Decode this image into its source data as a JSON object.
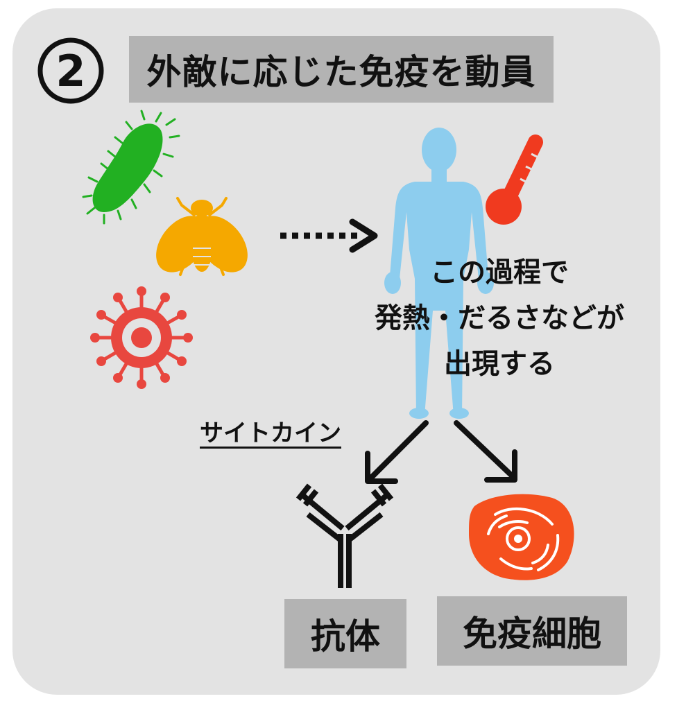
{
  "step": {
    "number": "②"
  },
  "title": {
    "text": "外敵に応じた免疫を動員"
  },
  "process": {
    "lines": [
      "この過程で",
      "発熱・だるさなどが",
      "出現する"
    ]
  },
  "cytokine": {
    "label": "サイトカイン"
  },
  "outcomes": {
    "antibody": "抗体",
    "immune_cells": "免疫細胞"
  },
  "icons": {
    "bacterium": "bacterium-icon",
    "fly": "fly-icon",
    "virus": "virus-icon",
    "human": "human-body-icon",
    "thermometer": "thermometer-icon",
    "antibody": "antibody-icon",
    "immune_cell": "immune-cell-icon"
  },
  "colors": {
    "background": "#e3e3e3",
    "label_box": "#b3b3b3",
    "bacterium": "#22b022",
    "fly": "#f5a800",
    "virus": "#e8473f",
    "human": "#8dcdee",
    "thermometer": "#f03a1f",
    "immune_cell": "#f5501e"
  }
}
